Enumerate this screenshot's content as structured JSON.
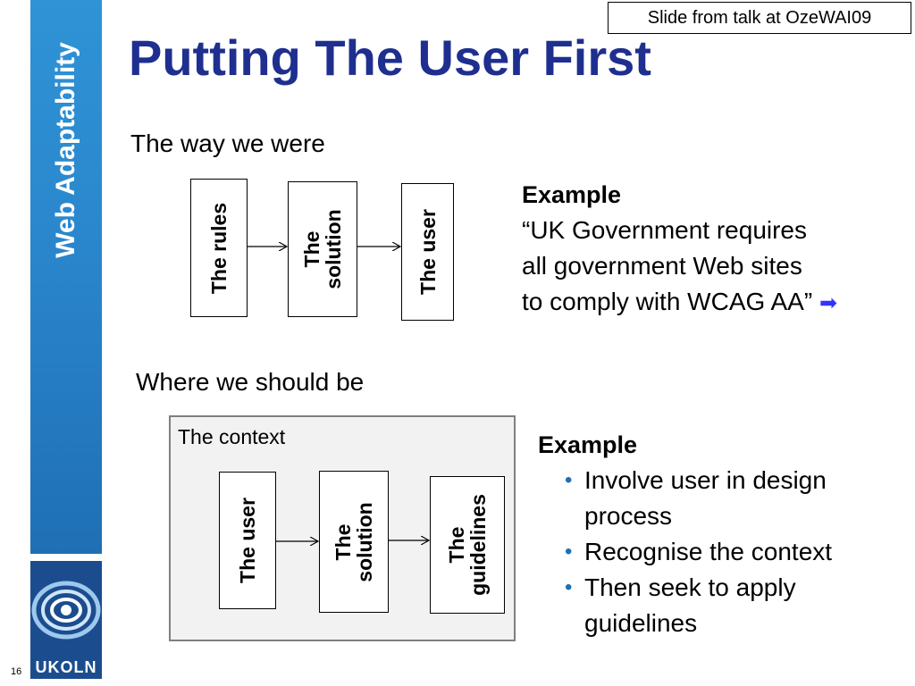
{
  "sidebar": {
    "title": "Web Adaptability"
  },
  "logo": {
    "text": "UKOLN"
  },
  "page_number": "16",
  "source_note": "Slide from talk at OzeWAI09",
  "title": "Putting The User First",
  "section_1": {
    "heading": "The way we were",
    "flow": [
      {
        "words": [
          "The rules"
        ]
      },
      {
        "words": [
          "The",
          "solution"
        ]
      },
      {
        "words": [
          "The user"
        ]
      }
    ],
    "example": {
      "heading": "Example",
      "lines": [
        "“UK Government requires",
        "all government Web sites",
        "to comply with WCAG AA”"
      ],
      "arrow_icon": "➡"
    }
  },
  "section_2": {
    "heading": "Where we should be",
    "context_label": "The context",
    "flow": [
      {
        "words": [
          "The user"
        ]
      },
      {
        "words": [
          "The",
          "solution"
        ]
      },
      {
        "words": [
          "The",
          "guidelines"
        ]
      }
    ],
    "example": {
      "heading": "Example",
      "bullets": [
        {
          "lines": [
            "Involve user in design",
            "process"
          ]
        },
        {
          "lines": [
            "Recognise the context"
          ]
        },
        {
          "lines": [
            "Then seek to apply",
            "guidelines"
          ]
        }
      ]
    }
  }
}
